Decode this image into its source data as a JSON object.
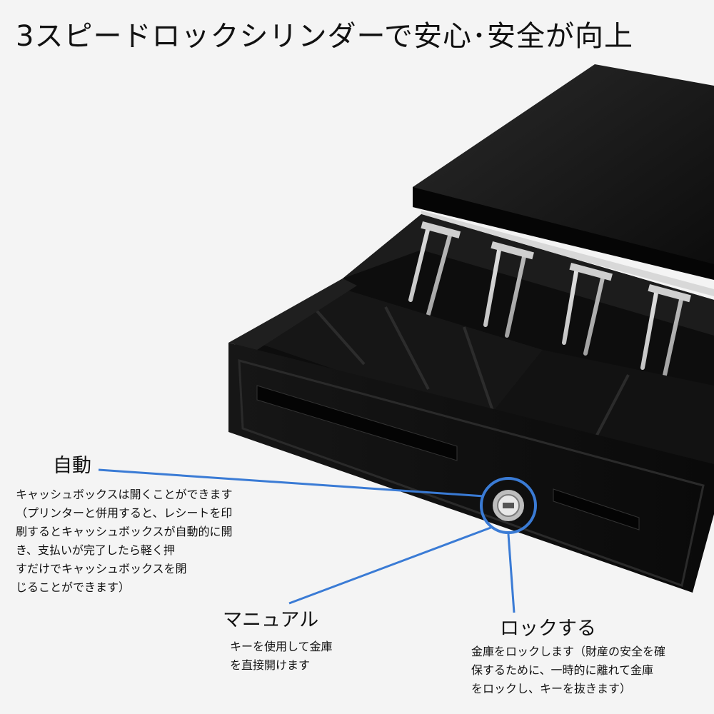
{
  "title": "3スピードロックシリンダーで安心･安全が向上",
  "callouts": {
    "auto": {
      "heading": "自動",
      "lines": [
        "キャッシュボックスは開くことができます",
        "（プリンターと併用すると、レシートを印",
        "刷するとキャッシュボックスが自動的に開",
        "き、支払いが完了したら軽く押",
        "すだけでキャッシュボックスを閉",
        "じることができます）"
      ]
    },
    "manual": {
      "heading": "マニュアル",
      "lines": [
        "キーを使用して金庫",
        "を直接開けます"
      ]
    },
    "lock": {
      "heading": "ロックする",
      "lines": [
        "金庫をロックします（財産の安全を確",
        "保するために、一時的に離れて金庫",
        "をロックし、キーを抜きます）"
      ]
    }
  },
  "colors": {
    "background": "#f4f4f4",
    "drawer_body": "#111111",
    "callout_line": "#3a7bd5"
  }
}
